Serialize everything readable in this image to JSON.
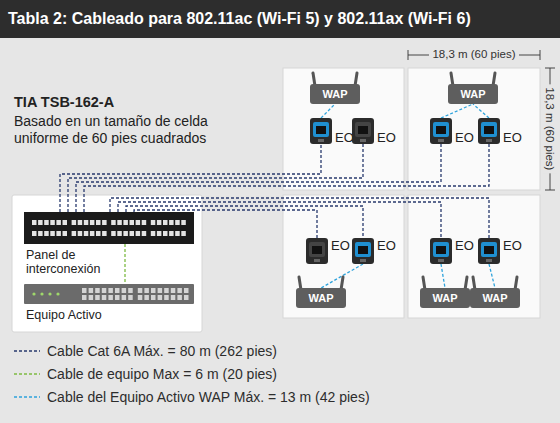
{
  "diagram": {
    "title": "Tabla 2: Cableado para 802.11ac (Wi-Fi 5) y 802.11ax (Wi-Fi 6)",
    "nodes": [
      {
        "text": [
          "WAP"
        ]
      },
      {
        "text": [
          "WAP"
        ]
      },
      {
        "text": [
          "EO"
        ]
      },
      {
        "text": [
          "EO"
        ]
      },
      {
        "text": [
          "EO"
        ]
      },
      {
        "text": [
          "EO"
        ]
      },
      {
        "text": [
          "EO"
        ]
      },
      {
        "text": [
          "EO"
        ]
      },
      {
        "text": [
          "EO"
        ]
      },
      {
        "text": [
          "EO"
        ]
      },
      {
        "text": [
          "WAP"
        ]
      },
      {
        "text": [
          "WAP"
        ]
      },
      {
        "text": [
          "WAP"
        ]
      },
      {
        "text": [
          "Panel de interconexión"
        ]
      },
      {
        "text": [
          "Equipo Activo"
        ]
      }
    ],
    "edges": [
      {
        "from": 13,
        "to": 2,
        "arrow": "none"
      },
      {
        "from": 13,
        "to": 3,
        "arrow": "none"
      },
      {
        "from": 13,
        "to": 4,
        "arrow": "none"
      },
      {
        "from": 13,
        "to": 5,
        "arrow": "none"
      },
      {
        "from": 13,
        "to": 6,
        "arrow": "none"
      },
      {
        "from": 13,
        "to": 7,
        "arrow": "none"
      },
      {
        "from": 13,
        "to": 8,
        "arrow": "none"
      },
      {
        "from": 13,
        "to": 9,
        "arrow": "none"
      },
      {
        "from": 13,
        "to": 14,
        "arrow": "none"
      },
      {
        "from": 2,
        "to": 0,
        "arrow": "none"
      },
      {
        "from": 4,
        "to": 1,
        "arrow": "none"
      },
      {
        "from": 5,
        "to": 1,
        "arrow": "none"
      },
      {
        "from": 7,
        "to": 10,
        "arrow": "none"
      },
      {
        "from": 8,
        "to": 11,
        "arrow": "none"
      },
      {
        "from": 9,
        "to": 12,
        "arrow": "none"
      }
    ],
    "labels": [
      "18,3 m (60 pies)",
      "18,3 m (60 pies)",
      "TIA TSB-162-A",
      "Basado en un tamaño de celda uniforme de 60 pies cuadrados"
    ],
    "legend": [
      {
        "text": "Cable Cat 6A Máx. = 80 m (262 pies)"
      },
      {
        "text": "Cable de equipo Max = 6 m (20 pies)"
      },
      {
        "text": "Cable del Equipo Activo WAP Máx. = 13 m (42 pies)"
      }
    ]
  }
}
